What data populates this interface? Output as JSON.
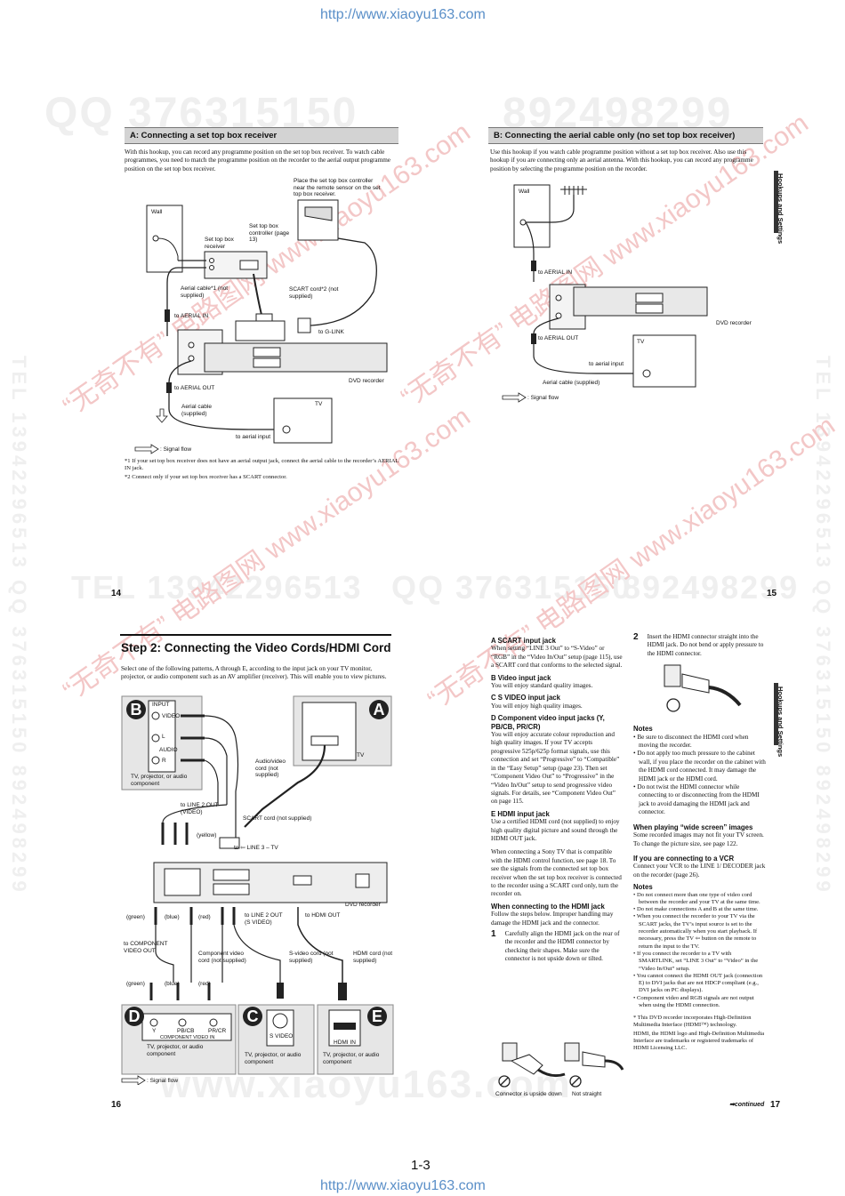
{
  "watermarks": {
    "url_top": "http://www.xiaoyu163.com",
    "url_bottom": "http://www.xiaoyu163.com",
    "qq_left": "QQ 376315150",
    "qq_right": "892498299",
    "tel_left": "TEL 13942296513",
    "tel_mid": "QQ 376315150",
    "tel_right": "892498299",
    "vert_left": "TEL 13942296513  QQ 376315150  892498299",
    "vert_right": "TEL 13942296513  QQ 376315150  892498299",
    "red_text": "“无奇不有” 电路图网 www.xiaoyu163.com",
    "bottom_big": "www.xiaoyu163.com"
  },
  "page14": {
    "heading": "A: Connecting a set top box receiver",
    "intro": "With this hookup, you can record any programme position on the set top box receiver. To watch cable programmes, you need to match the programme position on the recorder to the aerial output programme position on the set top box receiver.",
    "labels": {
      "wall": "Wall",
      "place": "Place the set top box controller near the remote sensor on the set top box receiver.",
      "stb_controller": "Set top box controller (page 13)",
      "stb_receiver": "Set top box receiver",
      "aerial_cable1": "Aerial cable*1 (not supplied)",
      "scart2": "SCART cord*2 (not supplied)",
      "to_aerial_in": "to AERIAL IN",
      "to_glink": "to G-LINK",
      "dvd_recorder": "DVD recorder",
      "to_aerial_out": "to AERIAL OUT",
      "aerial_supplied": "Aerial cable (supplied)",
      "tv": "TV",
      "to_aerial_input": "to aerial input",
      "signal_flow": ": Signal flow"
    },
    "footnote1": "*1 If your set top box receiver does not have an aerial output jack, connect the aerial cable to the recorder’s AERIAL IN jack.",
    "footnote2": "*2 Connect only if your set top box receiver has a SCART connector.",
    "page_num": "14"
  },
  "page15": {
    "heading": "B: Connecting the aerial cable only (no set top box receiver)",
    "intro": "Use this hookup if you watch cable programme position without a set top box receiver. Also use this hookup if you are connecting only an aerial antenna. With this hookup, you can record any programme position by selecting the programme position on the recorder.",
    "labels": {
      "wall": "Wall",
      "to_aerial_in": "to AERIAL IN",
      "dvd_recorder": "DVD recorder",
      "to_aerial_out": "to AERIAL OUT",
      "tv": "TV",
      "to_aerial_input": "to aerial input",
      "aerial_supplied": "Aerial cable (supplied)",
      "signal_flow": ": Signal flow"
    },
    "side_tab": "Hookups and Settings",
    "page_num": "15"
  },
  "page16": {
    "heading": "Step 2: Connecting the Video Cords/HDMI Cord",
    "intro": "Select one of the following patterns, A through E, according to the input jack on your TV monitor, projector, or audio component such as an AV amplifier (receiver). This will enable you to view pictures.",
    "labels": {
      "input": "INPUT",
      "video": "VIDEO",
      "l": "L",
      "audio": "AUDIO",
      "r": "R",
      "tv_proj": "TV, projector, or audio component",
      "av_cord": "Audio/video cord (not supplied)",
      "tv": "TV",
      "to_line2": "to LINE 2 OUT (VIDEO)",
      "scart": "SCART cord (not supplied)",
      "yellow": "(yellow)",
      "to_line3": "to ⇦ LINE 3 – TV",
      "dvd_recorder": "DVD recorder",
      "green": "(green)",
      "blue": "(blue)",
      "red": "(red)",
      "to_line2s": "to LINE 2 OUT (S VIDEO)",
      "to_hdmi": "to HDMI OUT",
      "to_component": "to COMPONENT VIDEO OUT",
      "comp_cord": "Component video cord (not supplied)",
      "svideo_cord": "S-video cord (not supplied)",
      "hdmi_cord": "HDMI cord (not supplied)",
      "comp_in": "COMPONENT VIDEO IN",
      "s_video": "S VIDEO",
      "hdmi_in": "HDMI IN",
      "y": "Y",
      "pb": "PB/CB",
      "pr": "PR/CR",
      "signal_flow": ": Signal flow"
    },
    "badges": [
      "A",
      "B",
      "C",
      "D",
      "E"
    ],
    "page_num": "16"
  },
  "page17": {
    "items": [
      {
        "title": "A SCART input jack",
        "text": "When setting “LINE 3 Out” to “S-Video” or “RGB” in the “Video In/Out” setup (page 115), use a SCART cord that conforms to the selected signal."
      },
      {
        "title": "B Video input jack",
        "text": "You will enjoy standard quality images."
      },
      {
        "title": "C S VIDEO input jack",
        "text": "You will enjoy high quality images."
      },
      {
        "title": "D Component video input jacks (Y, PB/CB, PR/CR)",
        "text": "You will enjoy accurate colour reproduction and high quality images. If your TV accepts progressive 525p/625p format signals, use this connection and set “Progressive” to “Compatible” in the “Easy Setup” setup (page 23). Then set “Component Video Out” to “Progressive” in the “Video In/Out” setup to send progressive video signals. For details, see “Component Video Out” on page 115."
      },
      {
        "title": "E HDMI input jack",
        "text": "Use a certified HDMI cord (not supplied) to enjoy high quality digital picture and sound through the HDMI OUT jack."
      }
    ],
    "sony_text": "When connecting a Sony TV that is compatible with the HDMI control function, see page 18. To see the signals from the connected set top box receiver when the set top box receiver is connected to the recorder using a SCART cord only, turn the recorder on.",
    "when_hdmi": "When connecting to the HDMI jack",
    "follow": "Follow the steps below. Improper handling may damage the HDMI jack and the connector.",
    "step1_num": "1",
    "step1": "Carefully align the HDMI jack on the rear of the recorder and the HDMI connector by checking their shapes. Make sure the connector is not upside down or tilted.",
    "upside": "Connector is upside down",
    "not_straight": "Not straight",
    "step2_num": "2",
    "step2": "Insert the HDMI connector straight into the HDMI jack. Do not bend or apply pressure to the HDMI connector.",
    "notes_title": "Notes",
    "notes1": [
      "Be sure to disconnect the HDMI cord when moving the recorder.",
      "Do not apply too much pressure to the cabinet wall, if you place the recorder on the cabinet with the HDMI cord connected. It may damage the HDMI jack or the HDMI cord.",
      "Do not twist the HDMI connector while connecting to or disconnecting from the HDMI jack to avoid damaging the HDMI jack and connector."
    ],
    "wide_title": "When playing “wide screen” images",
    "wide_text": "Some recorded images may not fit your TV screen. To change the picture size, see page 122.",
    "vcr_title": "If you are connecting to a VCR",
    "vcr_text": "Connect your VCR to the LINE 1/ DECODER jack on the recorder (page 26).",
    "notes2": [
      "Do not connect more than one type of video cord between the recorder and your TV at the same time.",
      "Do not make connections A and B at the same time.",
      "When you connect the recorder to your TV via the SCART jacks, the TV’s input source is set to the recorder automatically when you start playback. If necessary, press the TV ⇦ button on the remote to return the input to the TV.",
      "If you connect the recorder to a TV with SMARTLINK, set “LINE 3 Out” to “Video” in the “Video In/Out” setup.",
      "You cannot connect the HDMI OUT jack (connection E) to DVI jacks that are not HDCP compliant (e.g., DVI jacks on PC displays).",
      "Component video and RGB signals are not output when using the HDMI connection."
    ],
    "hdmi_foot1": "* This DVD recorder incorporates High-Definition Multimedia Interface (HDMI™) technology.",
    "hdmi_foot2": "HDMI, the HDMI logo and High-Definition Multimedia Interface are trademarks or registered trademarks of HDMI Licensing LLC.",
    "continued": "➡continued",
    "side_tab": "Hookups and Settings",
    "page_num": "17"
  },
  "sheet_num": "1-3"
}
